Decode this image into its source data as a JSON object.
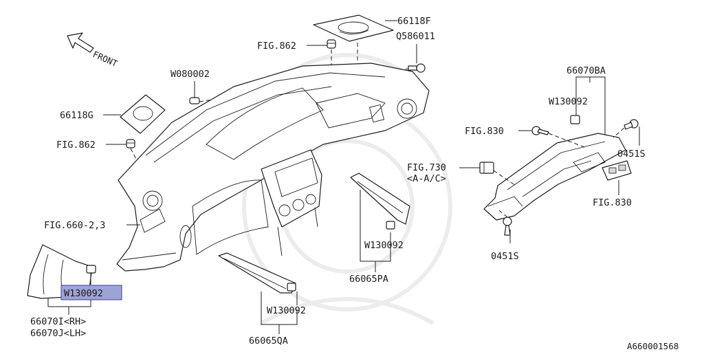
{
  "callouts": {
    "p66118F": "66118F",
    "fig862_top": "FIG.862",
    "q586011": "Q586011",
    "w080002": "W080002",
    "p66118G": "66118G",
    "fig862_left": "FIG.862",
    "fig660": "FIG.660-2,3",
    "w130092_left": "W130092",
    "p66070I": "66070I<RH>",
    "p66070J": "66070J<LH>",
    "w130092_bottom": "W130092",
    "p66065QA": "66065QA",
    "w130092_center": "W130092",
    "p66065PA": "66065PA",
    "p66070BA": "66070BA",
    "w130092_right": "W130092",
    "fig830_top": "FIG.830",
    "o451s_top": "0451S",
    "fig730": "FIG.730",
    "fig730_sub": "<A-A/C>",
    "fig830_bottom": "FIG.830",
    "o451s_bottom": "0451S",
    "front": "FRONT"
  },
  "diagram_id": "A660001568",
  "highlight": {
    "target": "w130092_left",
    "fill": "#9ea3d6",
    "stroke": "#3a3f8f"
  },
  "icons": {
    "front_arrow": "front-arrow-icon",
    "clip": "clip-icon",
    "bolt": "bolt-icon"
  }
}
